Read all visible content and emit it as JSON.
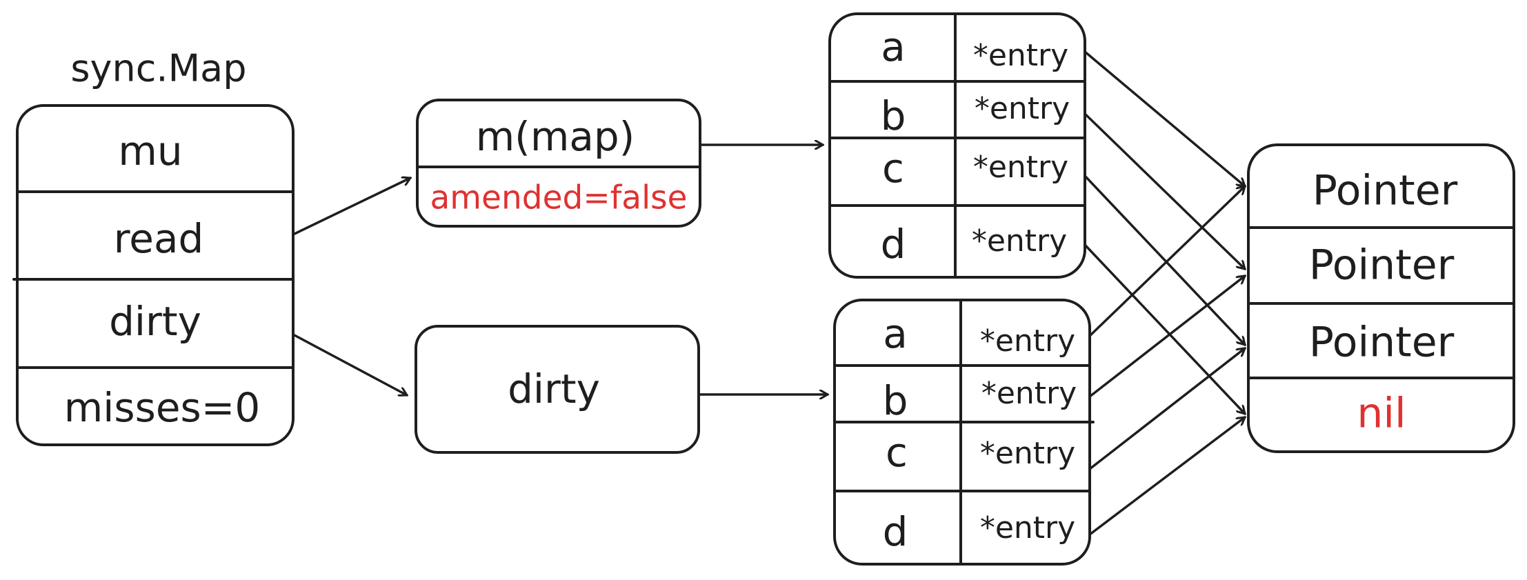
{
  "title": "sync.Map",
  "sync_map": {
    "fields": [
      "mu",
      "read",
      "dirty",
      "misses=0"
    ]
  },
  "read_struct": {
    "m_label": "m(map)",
    "amended_label": "amended=false",
    "amended_color": "#e03131"
  },
  "dirty_box": {
    "label": "dirty"
  },
  "read_map": {
    "rows": [
      {
        "key": "a",
        "value": "*entry"
      },
      {
        "key": "b",
        "value": "*entry"
      },
      {
        "key": "c",
        "value": "*entry"
      },
      {
        "key": "d",
        "value": "*entry"
      }
    ]
  },
  "dirty_map": {
    "rows": [
      {
        "key": "a",
        "value": "*entry"
      },
      {
        "key": "b",
        "value": "*entry"
      },
      {
        "key": "c",
        "value": "*entry"
      },
      {
        "key": "d",
        "value": "*entry"
      }
    ]
  },
  "pointers": {
    "rows": [
      "Pointer",
      "Pointer",
      "Pointer",
      "nil"
    ],
    "nil_color": "#e03131"
  }
}
